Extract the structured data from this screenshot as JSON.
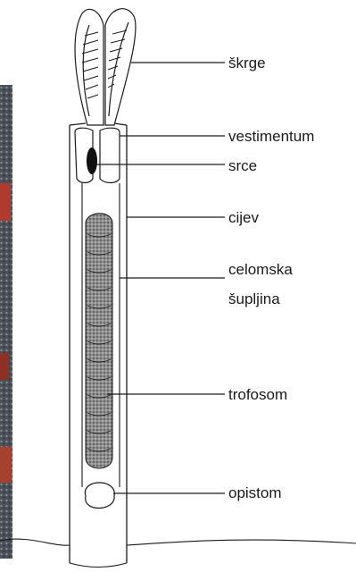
{
  "diagram": {
    "labels": {
      "skrge": "škrge",
      "vestimentum": "vestimentum",
      "srce": "srce",
      "cijev": "cijev",
      "celomska_line1": "celomska",
      "celomska_line2": "šupljina",
      "trofosom": "trofosom",
      "opistom": "opistom"
    }
  },
  "colors": {
    "ink": "#1a1a1a",
    "trophosome_fill": "#9a9a9a",
    "photo_left": "#5a5f66",
    "photo_accent": "#b03a2e"
  }
}
